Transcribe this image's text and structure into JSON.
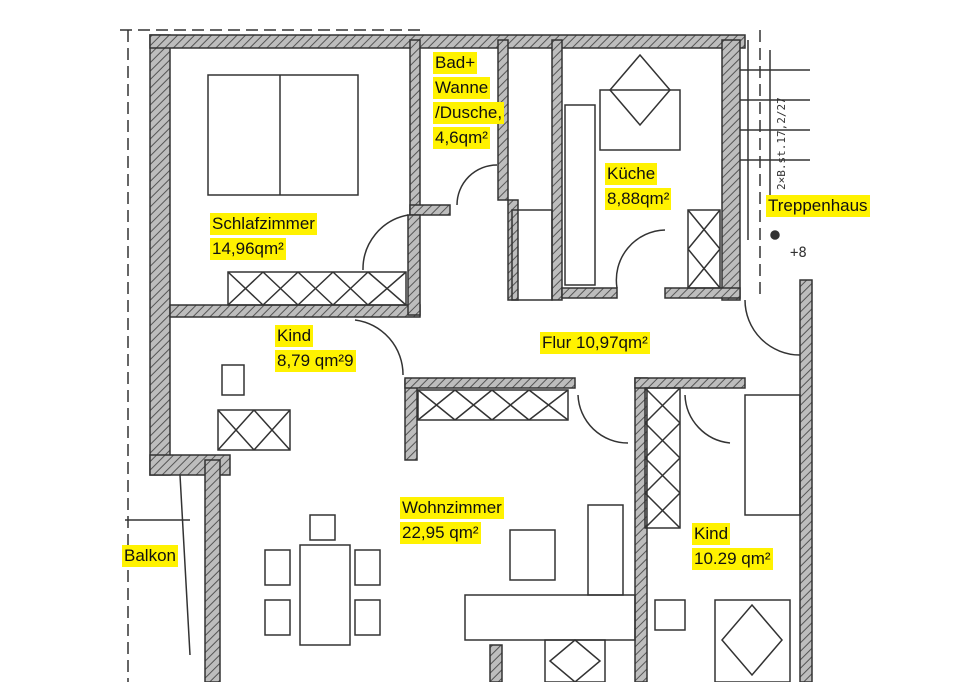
{
  "rooms": {
    "bad": {
      "lines": [
        "Bad+",
        "Wanne",
        "/Dusche,",
        "4,6qm²"
      ]
    },
    "kueche": {
      "name": "Küche",
      "area": "8,88qm²"
    },
    "treppenhaus": {
      "name": "Treppenhaus"
    },
    "schlafzimmer": {
      "name": "Schlafzimmer",
      "area": "14,96qm²"
    },
    "kind1": {
      "name": "Kind",
      "area": "8,79 qm²9"
    },
    "flur": {
      "name": "Flur 10,97qm²"
    },
    "wohnzimmer": {
      "name": "Wohnzimmer",
      "area": "22,95 qm²"
    },
    "kind2": {
      "name": "Kind",
      "area": "10.29 qm²"
    },
    "balkon": {
      "name": "Balkon"
    }
  },
  "annotations": {
    "stair_note": "2×B.st.17,2/27",
    "stair_mark": "+8"
  },
  "colors": {
    "highlight": "#fff200",
    "wall": "#8a8a8a",
    "line": "#333333"
  }
}
